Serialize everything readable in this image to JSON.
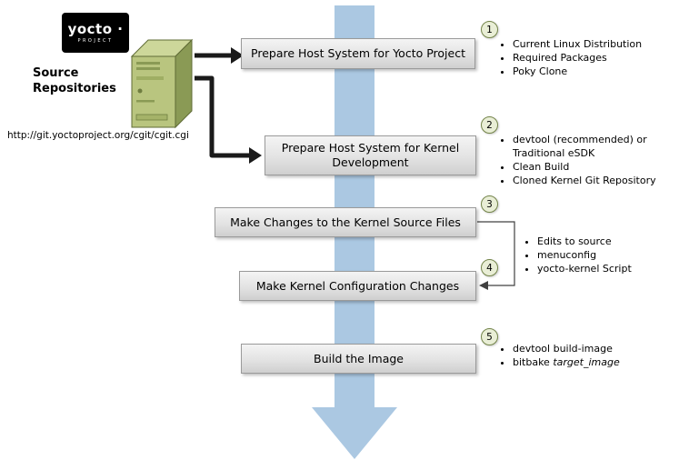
{
  "logo": {
    "title": "yocto ·",
    "subtitle": "PROJECT"
  },
  "source_repositories": {
    "label": "Source\nRepositories",
    "url": "http://git.yoctoproject.org/cgit/cgit.cgi"
  },
  "steps": [
    {
      "num": "1",
      "label": "Prepare Host System for Yocto Project",
      "bullets": [
        "Current Linux Distribution",
        "Required Packages",
        "Poky Clone"
      ]
    },
    {
      "num": "2",
      "label": "Prepare Host System for Kernel Development",
      "bullets": [
        "devtool (recommended) or\nTraditional eSDK",
        "Clean Build",
        "Cloned Kernel Git Repository"
      ]
    },
    {
      "num": "3",
      "label": "Make Changes to the Kernel Source Files",
      "bullets": []
    },
    {
      "num": "4",
      "label": "Make Kernel Configuration Changes",
      "bullets": [
        "Edits to source",
        "menuconfig",
        "yocto-kernel Script"
      ]
    },
    {
      "num": "5",
      "label": "Build the Image",
      "bullets": [
        "devtool build-image"
      ],
      "bullet_rich": {
        "prefix": "bitbake ",
        "italic": "target_image"
      }
    }
  ],
  "colors": {
    "flow_arrow_blue": "#abc8e2",
    "connector_black": "#1a1a1a",
    "bracket_gray": "#404040",
    "circle_fill": "#e9eed6",
    "circle_border": "#74854a"
  }
}
